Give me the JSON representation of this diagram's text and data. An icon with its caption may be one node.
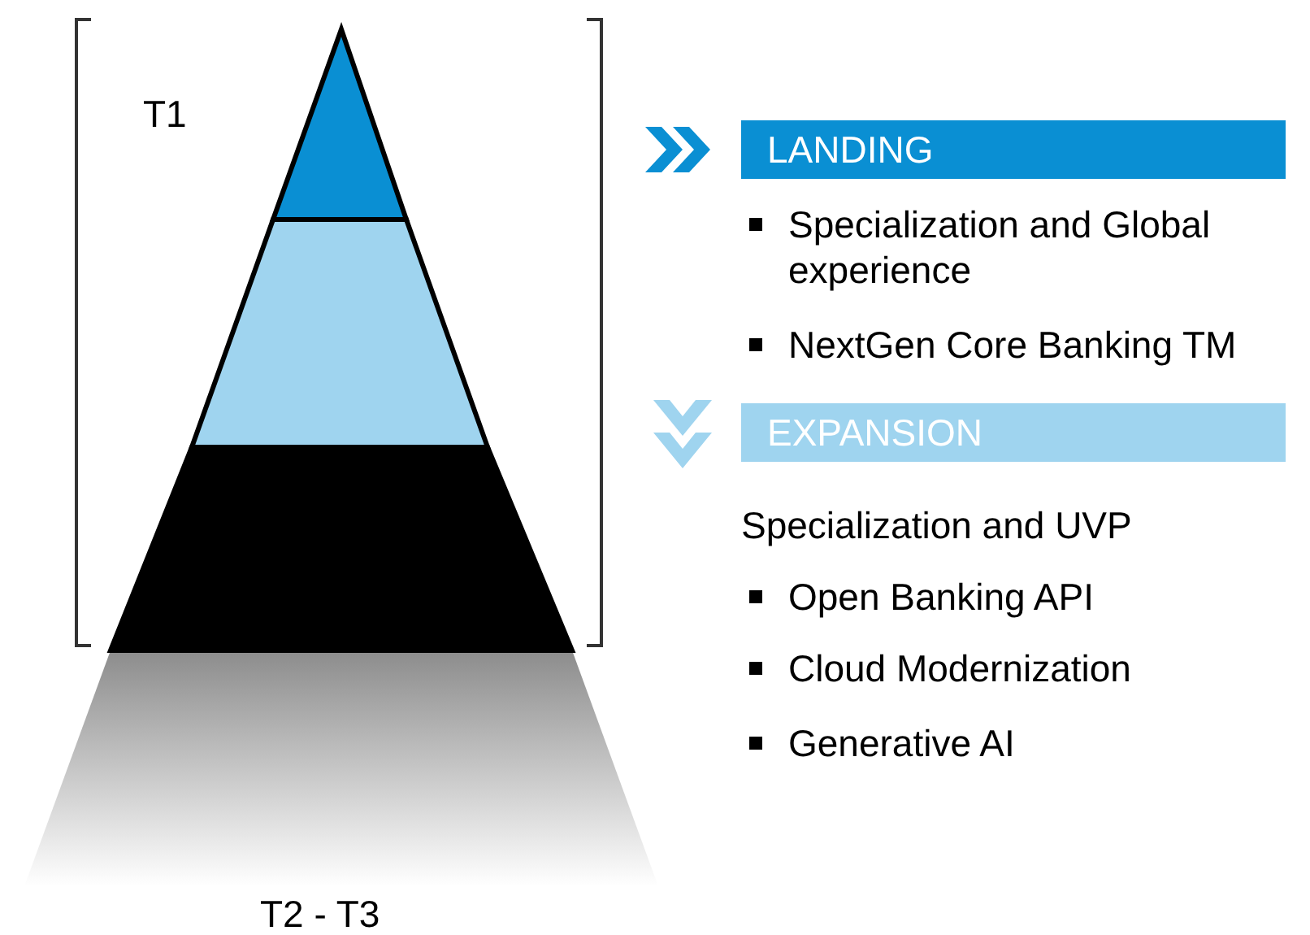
{
  "diagram": {
    "nodes": [
      {
        "text": [
          "LANDING"
        ]
      },
      {
        "text": [
          "EXPANSION"
        ]
      }
    ],
    "labels": [
      "T1",
      "Specialization and Global experience",
      "NextGen Core Banking TM",
      "Specialization and UVP",
      "Open Banking API",
      "Cloud Modernization",
      "Generative AI",
      "T2 - T3"
    ]
  }
}
